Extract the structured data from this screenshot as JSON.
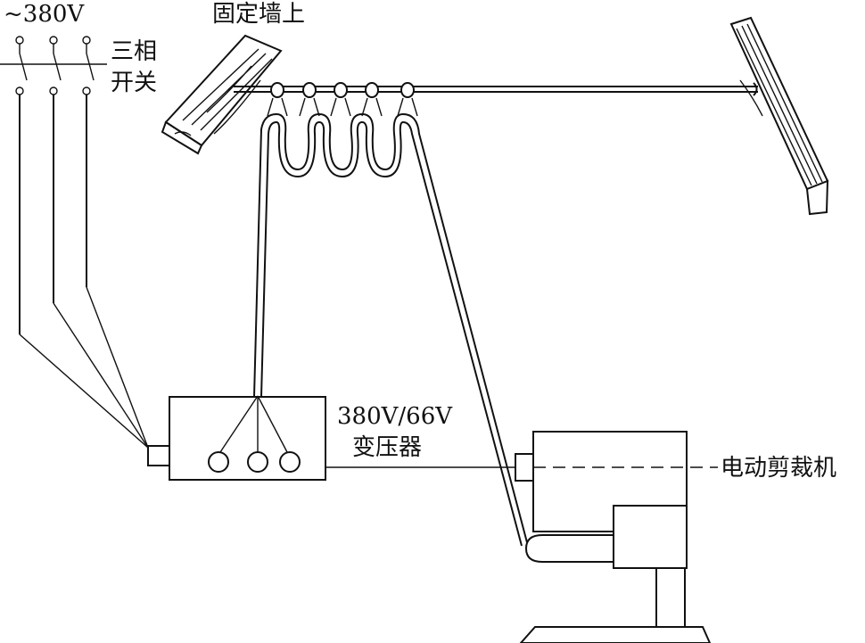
{
  "labels": {
    "supply": "~380V",
    "wall": "固定墙上",
    "switch_line1": "三相",
    "switch_line2": "开关",
    "transformer_line1": "380V/66V",
    "transformer_line2": "变压器",
    "machine": "电动剪裁机"
  },
  "hook_count": 5,
  "transformer_outlets": 3,
  "switch_poles": 3
}
